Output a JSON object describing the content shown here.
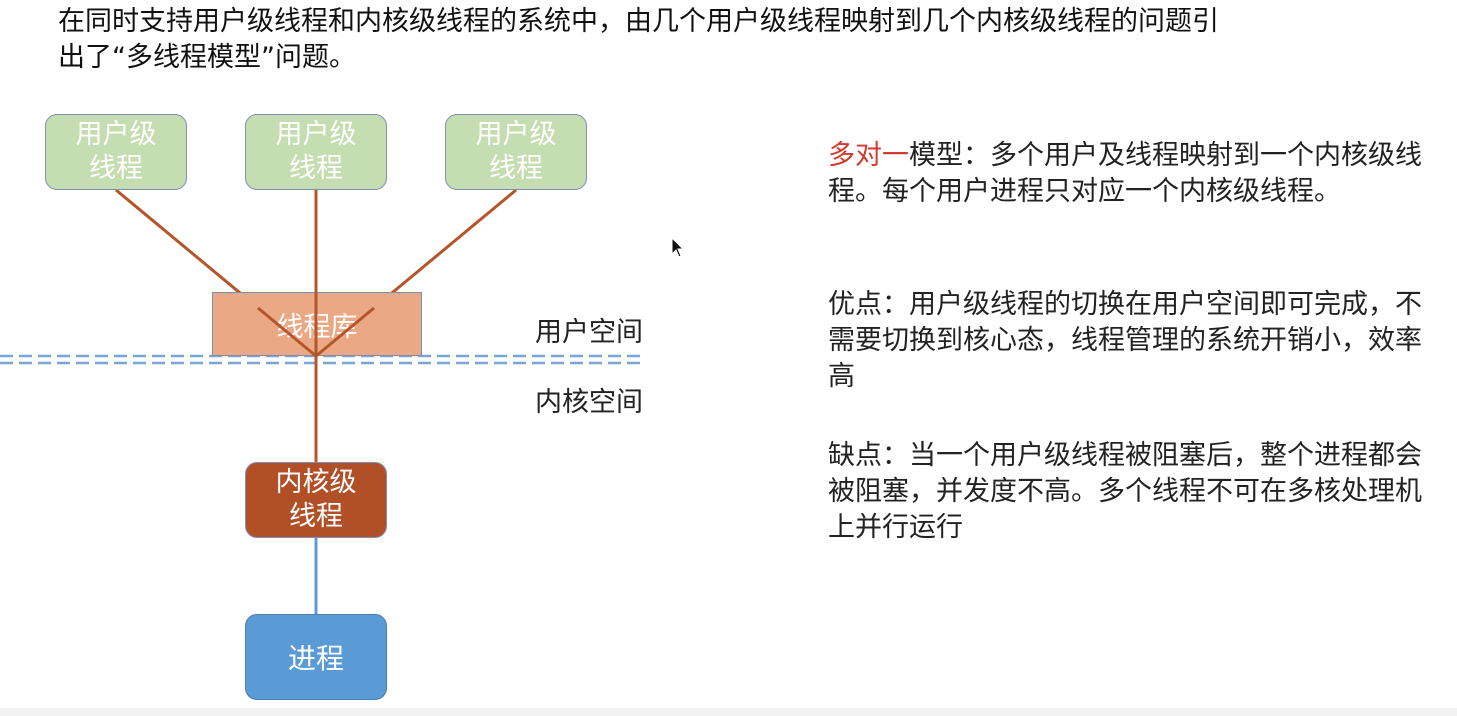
{
  "intro": {
    "line1": "在同时支持用户级线程和内核级线程的系统中，由几个用户级线程映射到几个内核级线程的问题引",
    "line2": "出了“多线程模型”问题。"
  },
  "diagram": {
    "user_threads": [
      "用户级\n线程",
      "用户级\n线程",
      "用户级\n线程"
    ],
    "thread_library": "线程库",
    "user_space_label": "用户空间",
    "kernel_space_label": "内核空间",
    "kernel_thread": "内核级\n线程",
    "process": "进程",
    "colors": {
      "user_thread_fill": "#c5deb1",
      "thread_library_fill": "#eba885",
      "kernel_thread_fill": "#b14f27",
      "process_fill": "#5b9bd5",
      "connector": "#b5562a",
      "process_link": "#5b9bd5",
      "boundary_line": "#7aa6d6"
    }
  },
  "description": {
    "model_highlight": "多对一",
    "model_rest": "模型：多个用户及线程映射到一个内核级线程。每个用户进程只对应一个内核级线程。",
    "advantage": "优点：用户级线程的切换在用户空间即可完成，不需要切换到核心态，线程管理的系统开销小，效率高",
    "disadvantage": "缺点：当一个用户级线程被阻塞后，整个进程都会被阻塞，并发度不高。多个线程不可在多核处理机上并行运行",
    "highlight_color": "#d23a2e"
  },
  "icons": {
    "cursor": "mouse-pointer-icon"
  }
}
